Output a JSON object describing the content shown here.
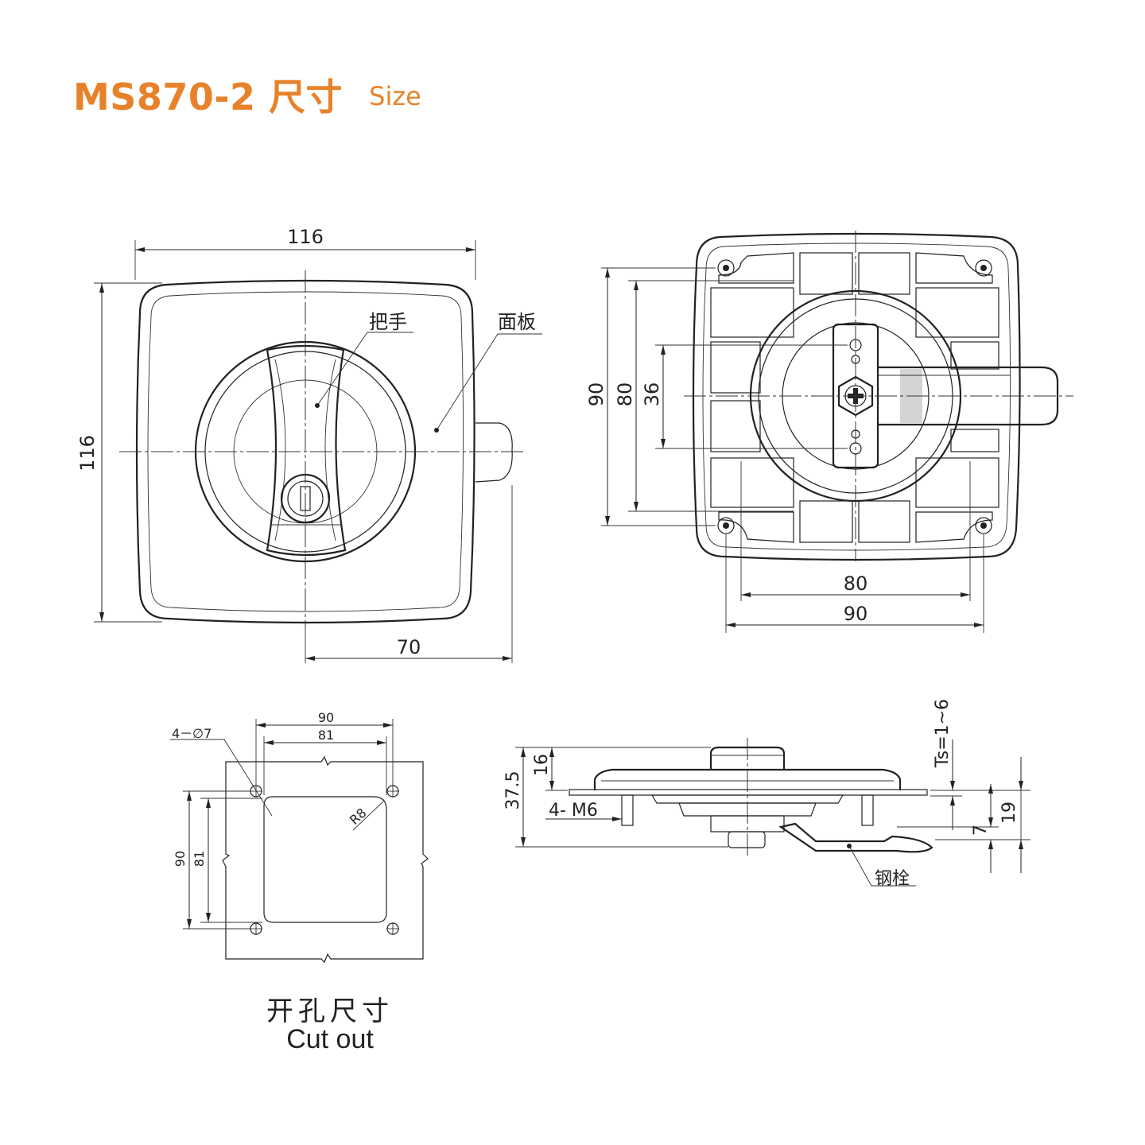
{
  "header": {
    "title": "MS870-2 尺寸",
    "subtitle": "Size"
  },
  "front_view": {
    "dim_width": "116",
    "dim_height": "116",
    "dim_offset": "70",
    "label_handle": "把手",
    "label_panel": "面板"
  },
  "back_view": {
    "dim_v_90": "90",
    "dim_v_80": "80",
    "dim_v_36": "36",
    "dim_h_80": "80",
    "dim_h_90": "90"
  },
  "cutout": {
    "dim_holes": "4－∅7",
    "dim_h_90": "90",
    "dim_h_81": "81",
    "dim_v_90": "90",
    "dim_v_81": "81",
    "radius": "R8",
    "caption_cn": "开孔尺寸",
    "caption_en": "Cut out"
  },
  "side_view": {
    "dim_total": "37.5",
    "dim_top": "16",
    "dim_studs": "4- M6",
    "dim_ts": "Ts=1~6",
    "dim_7": "7",
    "dim_19": "19",
    "label_bolt": "钢栓"
  },
  "colors": {
    "accent": "#e8822a",
    "line": "#222222"
  }
}
